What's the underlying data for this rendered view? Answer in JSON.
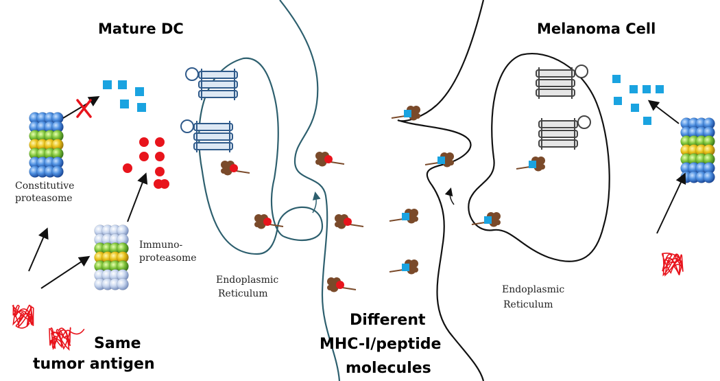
{
  "titles": {
    "left_cell": "Mature DC",
    "right_cell": "Melanoma Cell"
  },
  "labels": {
    "constitutive_line1": "Constitutive",
    "constitutive_line2": "proteasome",
    "immuno_line1": "Immuno-",
    "immuno_line2": "proteasome",
    "er_left_line1": "Endoplasmic",
    "er_left_line2": "Reticulum",
    "er_right_line1": "Endoplasmic",
    "er_right_line2": "Reticulum"
  },
  "captions": {
    "same_line1": "Same",
    "same_line2": "tumor antigen",
    "different_line1": "Different",
    "different_line2": "MHC-I/peptide",
    "different_line3": "molecules"
  },
  "colors": {
    "red_peptide": "#e8141c",
    "blue_peptide": "#1aa3e0",
    "mhc_brown": "#7a4a2a",
    "left_membrane": "#2d5f6e",
    "right_membrane": "#111111",
    "tap_blue": "#2f5a8a",
    "tap_gray": "#555555",
    "inhibit_x": "#e8141c"
  }
}
